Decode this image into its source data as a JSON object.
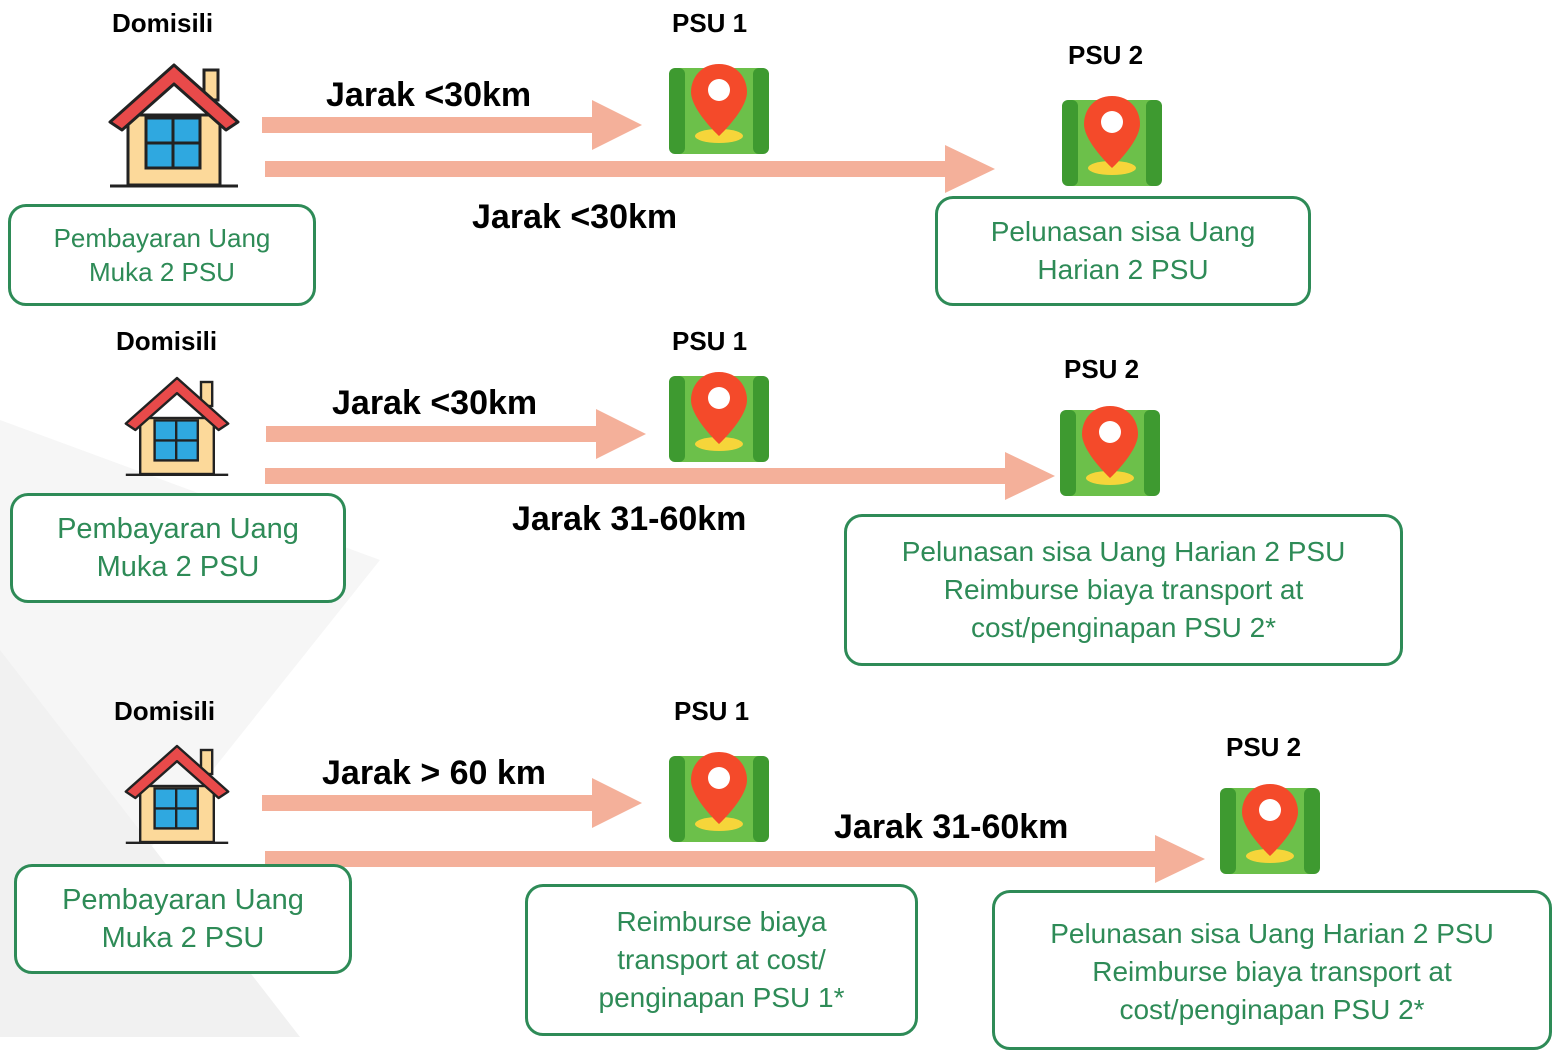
{
  "rows": [
    {
      "domisili": "Domisili",
      "psu1": "PSU 1",
      "psu2": "PSU 2",
      "dist_to_psu1": "Jarak <30km",
      "dist_to_psu2": "Jarak <30km",
      "home_box": [
        "Pembayaran Uang",
        "Muka 2 PSU"
      ],
      "psu2_box": [
        "Pelunasan sisa Uang",
        "Harian 2 PSU"
      ]
    },
    {
      "domisili": "Domisili",
      "psu1": "PSU 1",
      "psu2": "PSU 2",
      "dist_to_psu1": "Jarak <30km",
      "dist_to_psu2": "Jarak 31-60km",
      "home_box": [
        "Pembayaran Uang",
        "Muka 2 PSU"
      ],
      "psu2_box": [
        "Pelunasan sisa Uang Harian 2 PSU",
        "Reimburse biaya transport at",
        "cost/penginapan PSU 2*"
      ]
    },
    {
      "domisili": "Domisili",
      "psu1": "PSU 1",
      "psu2": "PSU 2",
      "dist_to_psu1": "Jarak > 60 km",
      "dist_to_psu2": "Jarak 31-60km",
      "home_box": [
        "Pembayaran Uang",
        "Muka 2  PSU"
      ],
      "psu1_box": [
        "Reimburse biaya",
        "transport at cost/",
        "penginapan PSU 1*"
      ],
      "psu2_box": [
        "Pelunasan sisa Uang Harian 2 PSU",
        "Reimburse biaya transport at",
        "cost/penginapan PSU 2*"
      ]
    }
  ],
  "colors": {
    "box_border": "#2e8b57",
    "box_text": "#2e8b57",
    "arrow": "#f4b09a",
    "house_roof": "#e84a4a",
    "house_wall": "#fcd99a",
    "window": "#2fa8e0",
    "map_green": "#6cc04a",
    "map_dark": "#3e9a30",
    "pin_red": "#f44a2a",
    "pin_base": "#f6d53a"
  },
  "icons": {
    "home": "house-icon",
    "location": "map-pin-icon"
  }
}
